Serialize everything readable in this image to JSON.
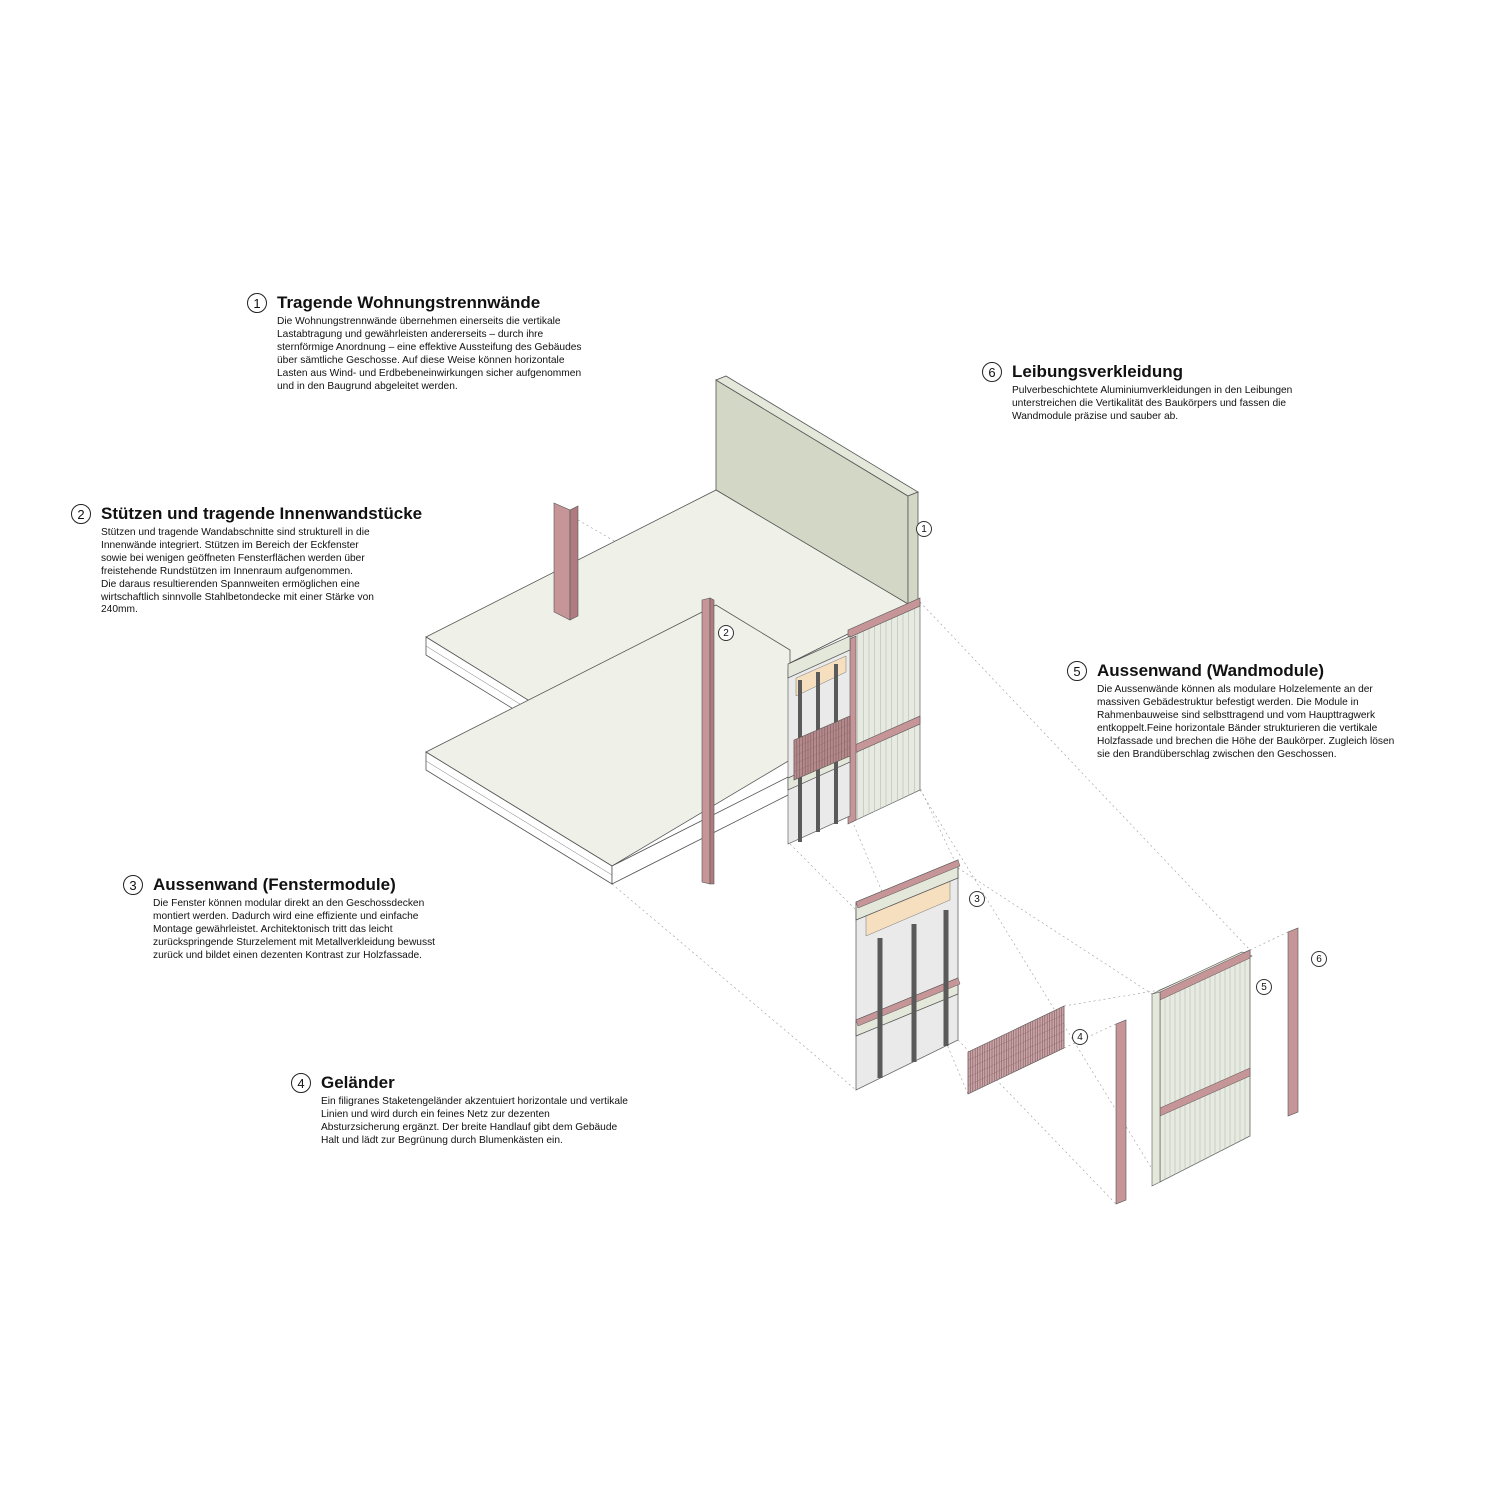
{
  "colors": {
    "wall": "#d3d8c6",
    "wall_top": "#e4e8da",
    "slab": "#eff0e8",
    "slab_edge": "#ffffff",
    "pink": "#c69598",
    "pink_dark": "#b07b80",
    "wood": "#e6eae0",
    "sturz": "#f6dfbf",
    "frame": "#5a5a5a",
    "glass": "#eaeaea",
    "line": "#444444"
  },
  "legend": [
    {
      "num": "1",
      "title": "Tragende Wohnungstrennwände",
      "lines": [
        "Die Wohnungstrennwände übernehmen einerseits die vertikale",
        "Lastabtragung und gewährleisten andererseits – durch ihre",
        "sternförmige Anordnung – eine effektive Aussteifung des Gebäudes",
        "über sämtliche Geschosse. Auf diese Weise können horizontale",
        "Lasten aus Wind- und Erdbebeneinwirkungen sicher aufgenommen",
        "und in den Baugrund abgeleitet werden."
      ]
    },
    {
      "num": "2",
      "title": "Stützen und tragende Innenwandstücke",
      "lines": [
        "Stützen und tragende Wandabschnitte sind strukturell in die",
        "Innenwände integriert. Stützen im Bereich der Eckfenster",
        "sowie bei wenigen geöffneten Fensterflächen werden über",
        "freistehende Rundstützen im Innenraum aufgenommen.",
        "Die daraus resultierenden Spannweiten ermöglichen eine",
        "wirtschaftlich sinnvolle Stahlbetondecke mit einer Stärke von",
        "240mm."
      ]
    },
    {
      "num": "3",
      "title": "Aussenwand (Fenstermodule)",
      "lines": [
        "Die Fenster können modular direkt an den Geschossdecken",
        "montiert werden. Dadurch wird eine effiziente und einfache",
        "Montage gewährleistet. Architektonisch tritt das leicht",
        "zurückspringende Sturzelement mit Metallverkleidung bewusst",
        "zurück und bildet einen dezenten Kontrast zur Holzfassade."
      ]
    },
    {
      "num": "4",
      "title": "Geländer",
      "lines": [
        "Ein filigranes Staketengeländer akzentuiert horizontale und vertikale",
        "Linien und wird durch ein feines Netz zur dezenten",
        "Absturzsicherung ergänzt. Der breite Handlauf gibt dem Gebäude",
        "Halt und lädt zur Begrünung durch Blumenkästen ein."
      ]
    },
    {
      "num": "5",
      "title": "Aussenwand (Wandmodule)",
      "lines": [
        "Die Aussenwände können als modulare Holzelemente an der",
        "massiven Gebädestruktur befestigt werden. Die Module in",
        "Rahmenbauweise sind selbsttragend und vom Haupttragwerk",
        "entkoppelt.Feine horizontale Bänder strukturieren die vertikale",
        "Holzfassade und brechen die Höhe der Baukörper. Zugleich lösen",
        "sie den Brandüberschlag zwischen den Geschossen."
      ]
    },
    {
      "num": "6",
      "title": "Leibungsverkleidung",
      "lines": [
        "Pulverbeschichtete Aluminiumverkleidungen in den Leibungen",
        "unterstreichen die Vertikalität des Baukörpers und fassen die",
        "Wandmodule präzise und sauber ab."
      ]
    }
  ],
  "tags": [
    "1",
    "2",
    "3",
    "4",
    "5",
    "6"
  ]
}
